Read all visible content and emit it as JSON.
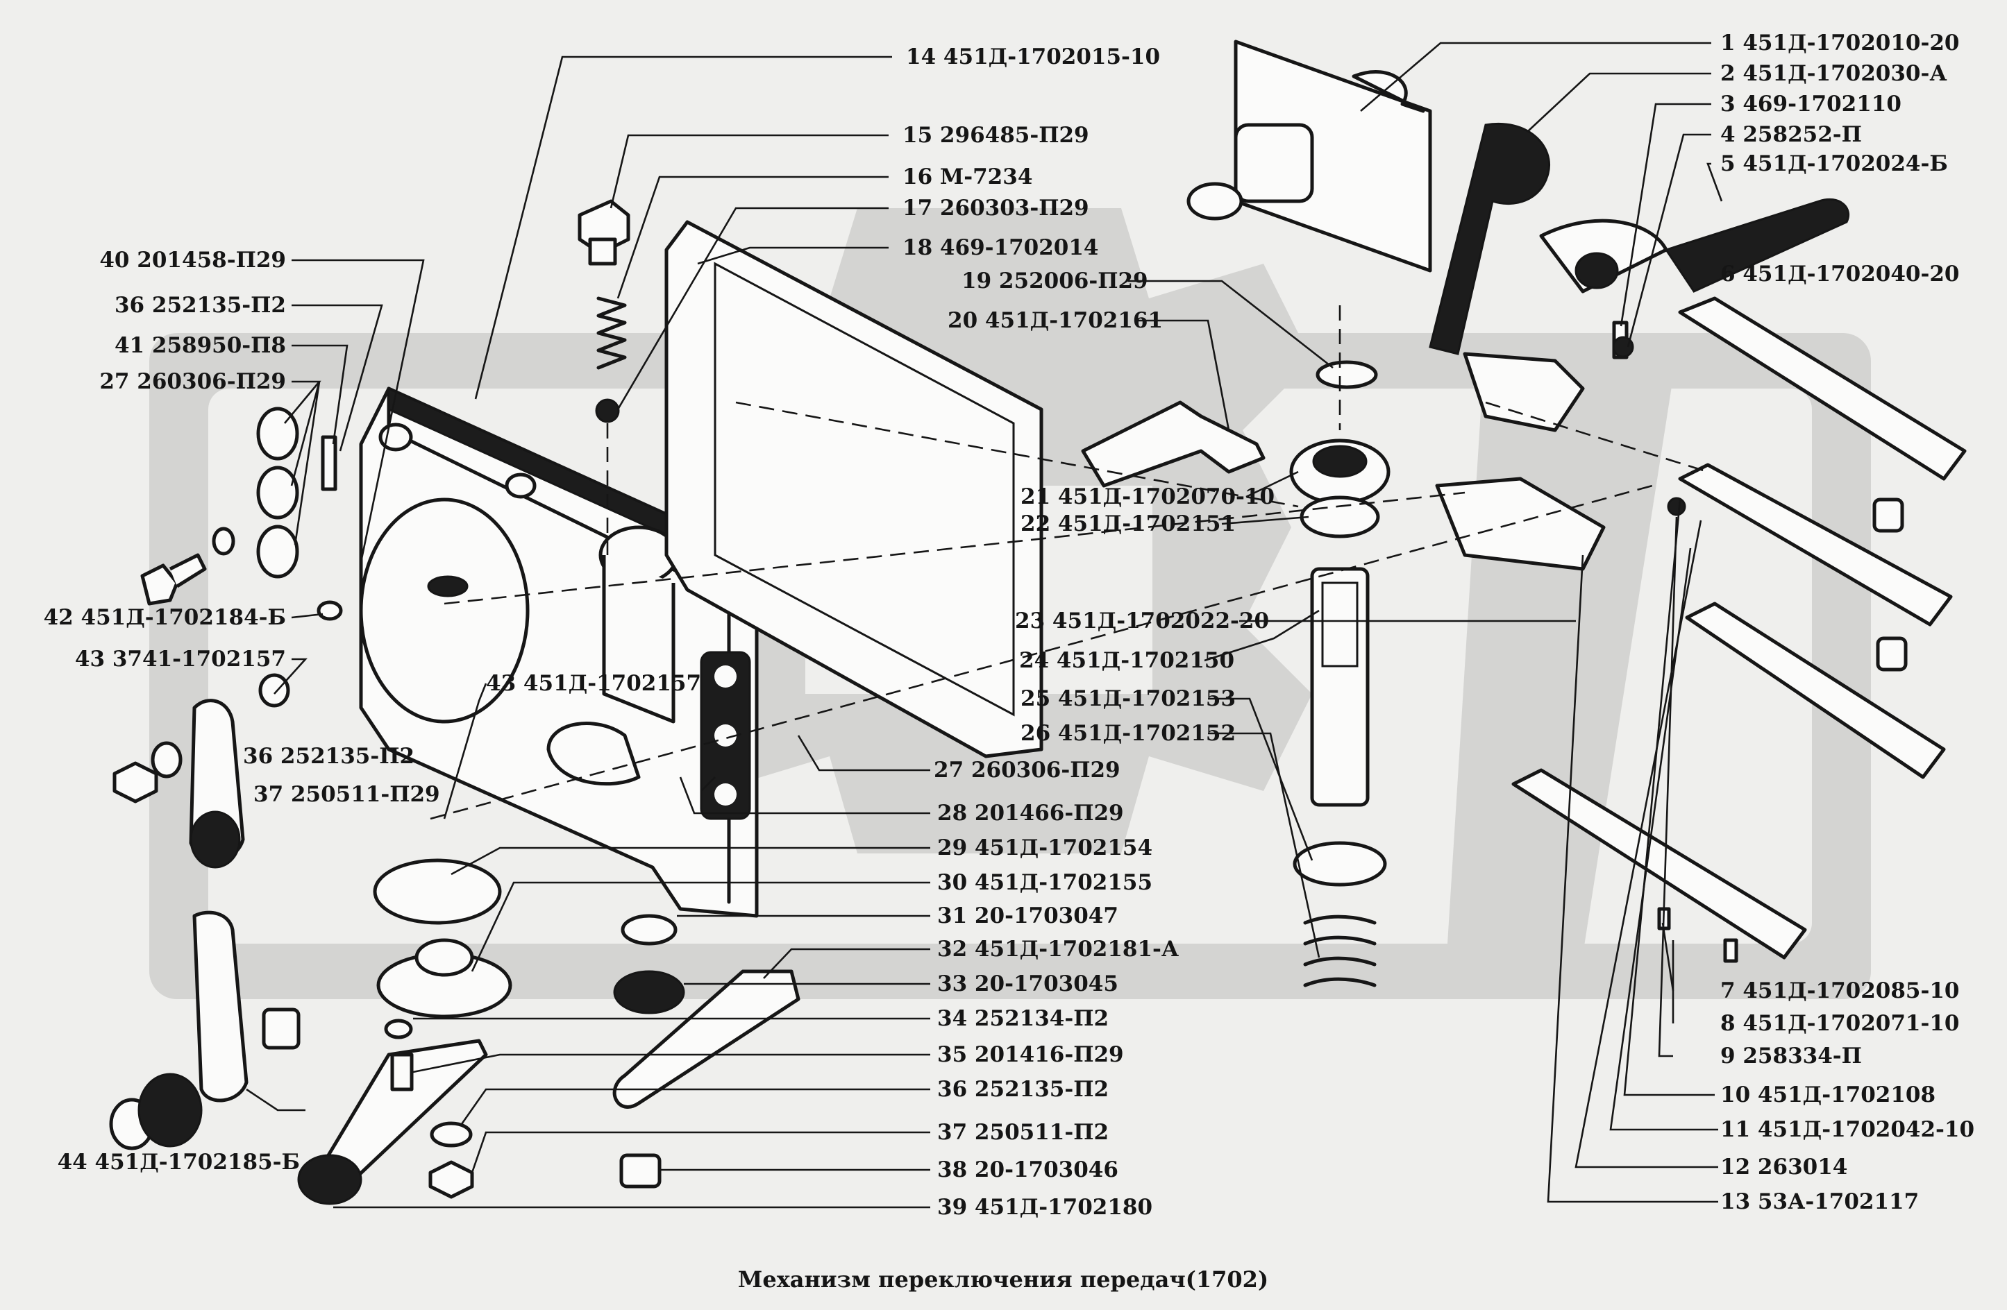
{
  "caption": "Механизм переключения передач(1702)",
  "watermark_colors": {
    "fill": "#d4d4d2",
    "ink": "#161616",
    "paper": "#efefed"
  },
  "labels": [
    {
      "id": "14",
      "text": "14  451Д-1702015-10",
      "side": "left"
    },
    {
      "id": "15",
      "text": "15  296485-П29",
      "side": "left"
    },
    {
      "id": "16",
      "text": "16  М-7234",
      "side": "left"
    },
    {
      "id": "17",
      "text": "17  260303-П29",
      "side": "left"
    },
    {
      "id": "18",
      "text": "18  469-1702014",
      "side": "left"
    },
    {
      "id": "19",
      "text": "19  252006-П29",
      "side": "left"
    },
    {
      "id": "20",
      "text": "20  451Д-1702161",
      "side": "left"
    },
    {
      "id": "40",
      "text": "40  201458-П29",
      "side": "right"
    },
    {
      "id": "36a",
      "text": "36  252135-П2",
      "side": "right"
    },
    {
      "id": "41",
      "text": "41  258950-П8",
      "side": "right"
    },
    {
      "id": "27a",
      "text": "27  260306-П29",
      "side": "right"
    },
    {
      "id": "42",
      "text": "42  451Д-1702184-Б",
      "side": "right"
    },
    {
      "id": "43a",
      "text": "43  3741-1702157",
      "side": "right"
    },
    {
      "id": "43b",
      "text": "43  451Д-1702157",
      "side": "left"
    },
    {
      "id": "36b",
      "text": "36  252135-П2",
      "side": "left"
    },
    {
      "id": "37a",
      "text": "37  250511-П29",
      "side": "left"
    },
    {
      "id": "21",
      "text": "21  451Д-1702070-10",
      "side": "left"
    },
    {
      "id": "22",
      "text": "22  451Д-1702151",
      "side": "left"
    },
    {
      "id": "23",
      "text": "23  451Д-1702022-20",
      "side": "left"
    },
    {
      "id": "24",
      "text": "24  451Д-1702150",
      "side": "left"
    },
    {
      "id": "25",
      "text": "25  451Д-1702153",
      "side": "left"
    },
    {
      "id": "26",
      "text": "26  451Д-1702152",
      "side": "left"
    },
    {
      "id": "27b",
      "text": "27  260306-П29",
      "side": "left"
    },
    {
      "id": "28",
      "text": "28  201466-П29",
      "side": "left"
    },
    {
      "id": "29",
      "text": "29  451Д-1702154",
      "side": "left"
    },
    {
      "id": "30",
      "text": "30  451Д-1702155",
      "side": "left"
    },
    {
      "id": "31",
      "text": "31  20-1703047",
      "side": "left"
    },
    {
      "id": "32",
      "text": "32  451Д-1702181-А",
      "side": "left"
    },
    {
      "id": "33",
      "text": "33  20-1703045",
      "side": "left"
    },
    {
      "id": "34",
      "text": "34  252134-П2",
      "side": "left"
    },
    {
      "id": "35",
      "text": "35  201416-П29",
      "side": "left"
    },
    {
      "id": "36c",
      "text": "36  252135-П2",
      "side": "left"
    },
    {
      "id": "37b",
      "text": "37  250511-П2",
      "side": "left"
    },
    {
      "id": "38",
      "text": "38  20-1703046",
      "side": "left"
    },
    {
      "id": "39",
      "text": "39  451Д-1702180",
      "side": "left"
    },
    {
      "id": "44",
      "text": "44  451Д-1702185-Б",
      "side": "right"
    },
    {
      "id": "1",
      "text": "1  451Д-1702010-20",
      "side": "left"
    },
    {
      "id": "2",
      "text": "2  451Д-1702030-А",
      "side": "left"
    },
    {
      "id": "3",
      "text": "3  469-1702110",
      "side": "left"
    },
    {
      "id": "4",
      "text": "4  258252-П",
      "side": "left"
    },
    {
      "id": "5",
      "text": "5  451Д-1702024-Б",
      "side": "left"
    },
    {
      "id": "6",
      "text": "6  451Д-1702040-20",
      "side": "left"
    },
    {
      "id": "7",
      "text": "7  451Д-1702085-10",
      "side": "left"
    },
    {
      "id": "8",
      "text": "8  451Д-1702071-10",
      "side": "left"
    },
    {
      "id": "9",
      "text": "9  258334-П",
      "side": "left"
    },
    {
      "id": "10",
      "text": "10  451Д-1702108",
      "side": "left"
    },
    {
      "id": "11",
      "text": "11  451Д-1702042-10",
      "side": "left"
    },
    {
      "id": "12",
      "text": "12  263014",
      "side": "left"
    },
    {
      "id": "13",
      "text": "13 53А-1702117",
      "side": "left"
    }
  ]
}
